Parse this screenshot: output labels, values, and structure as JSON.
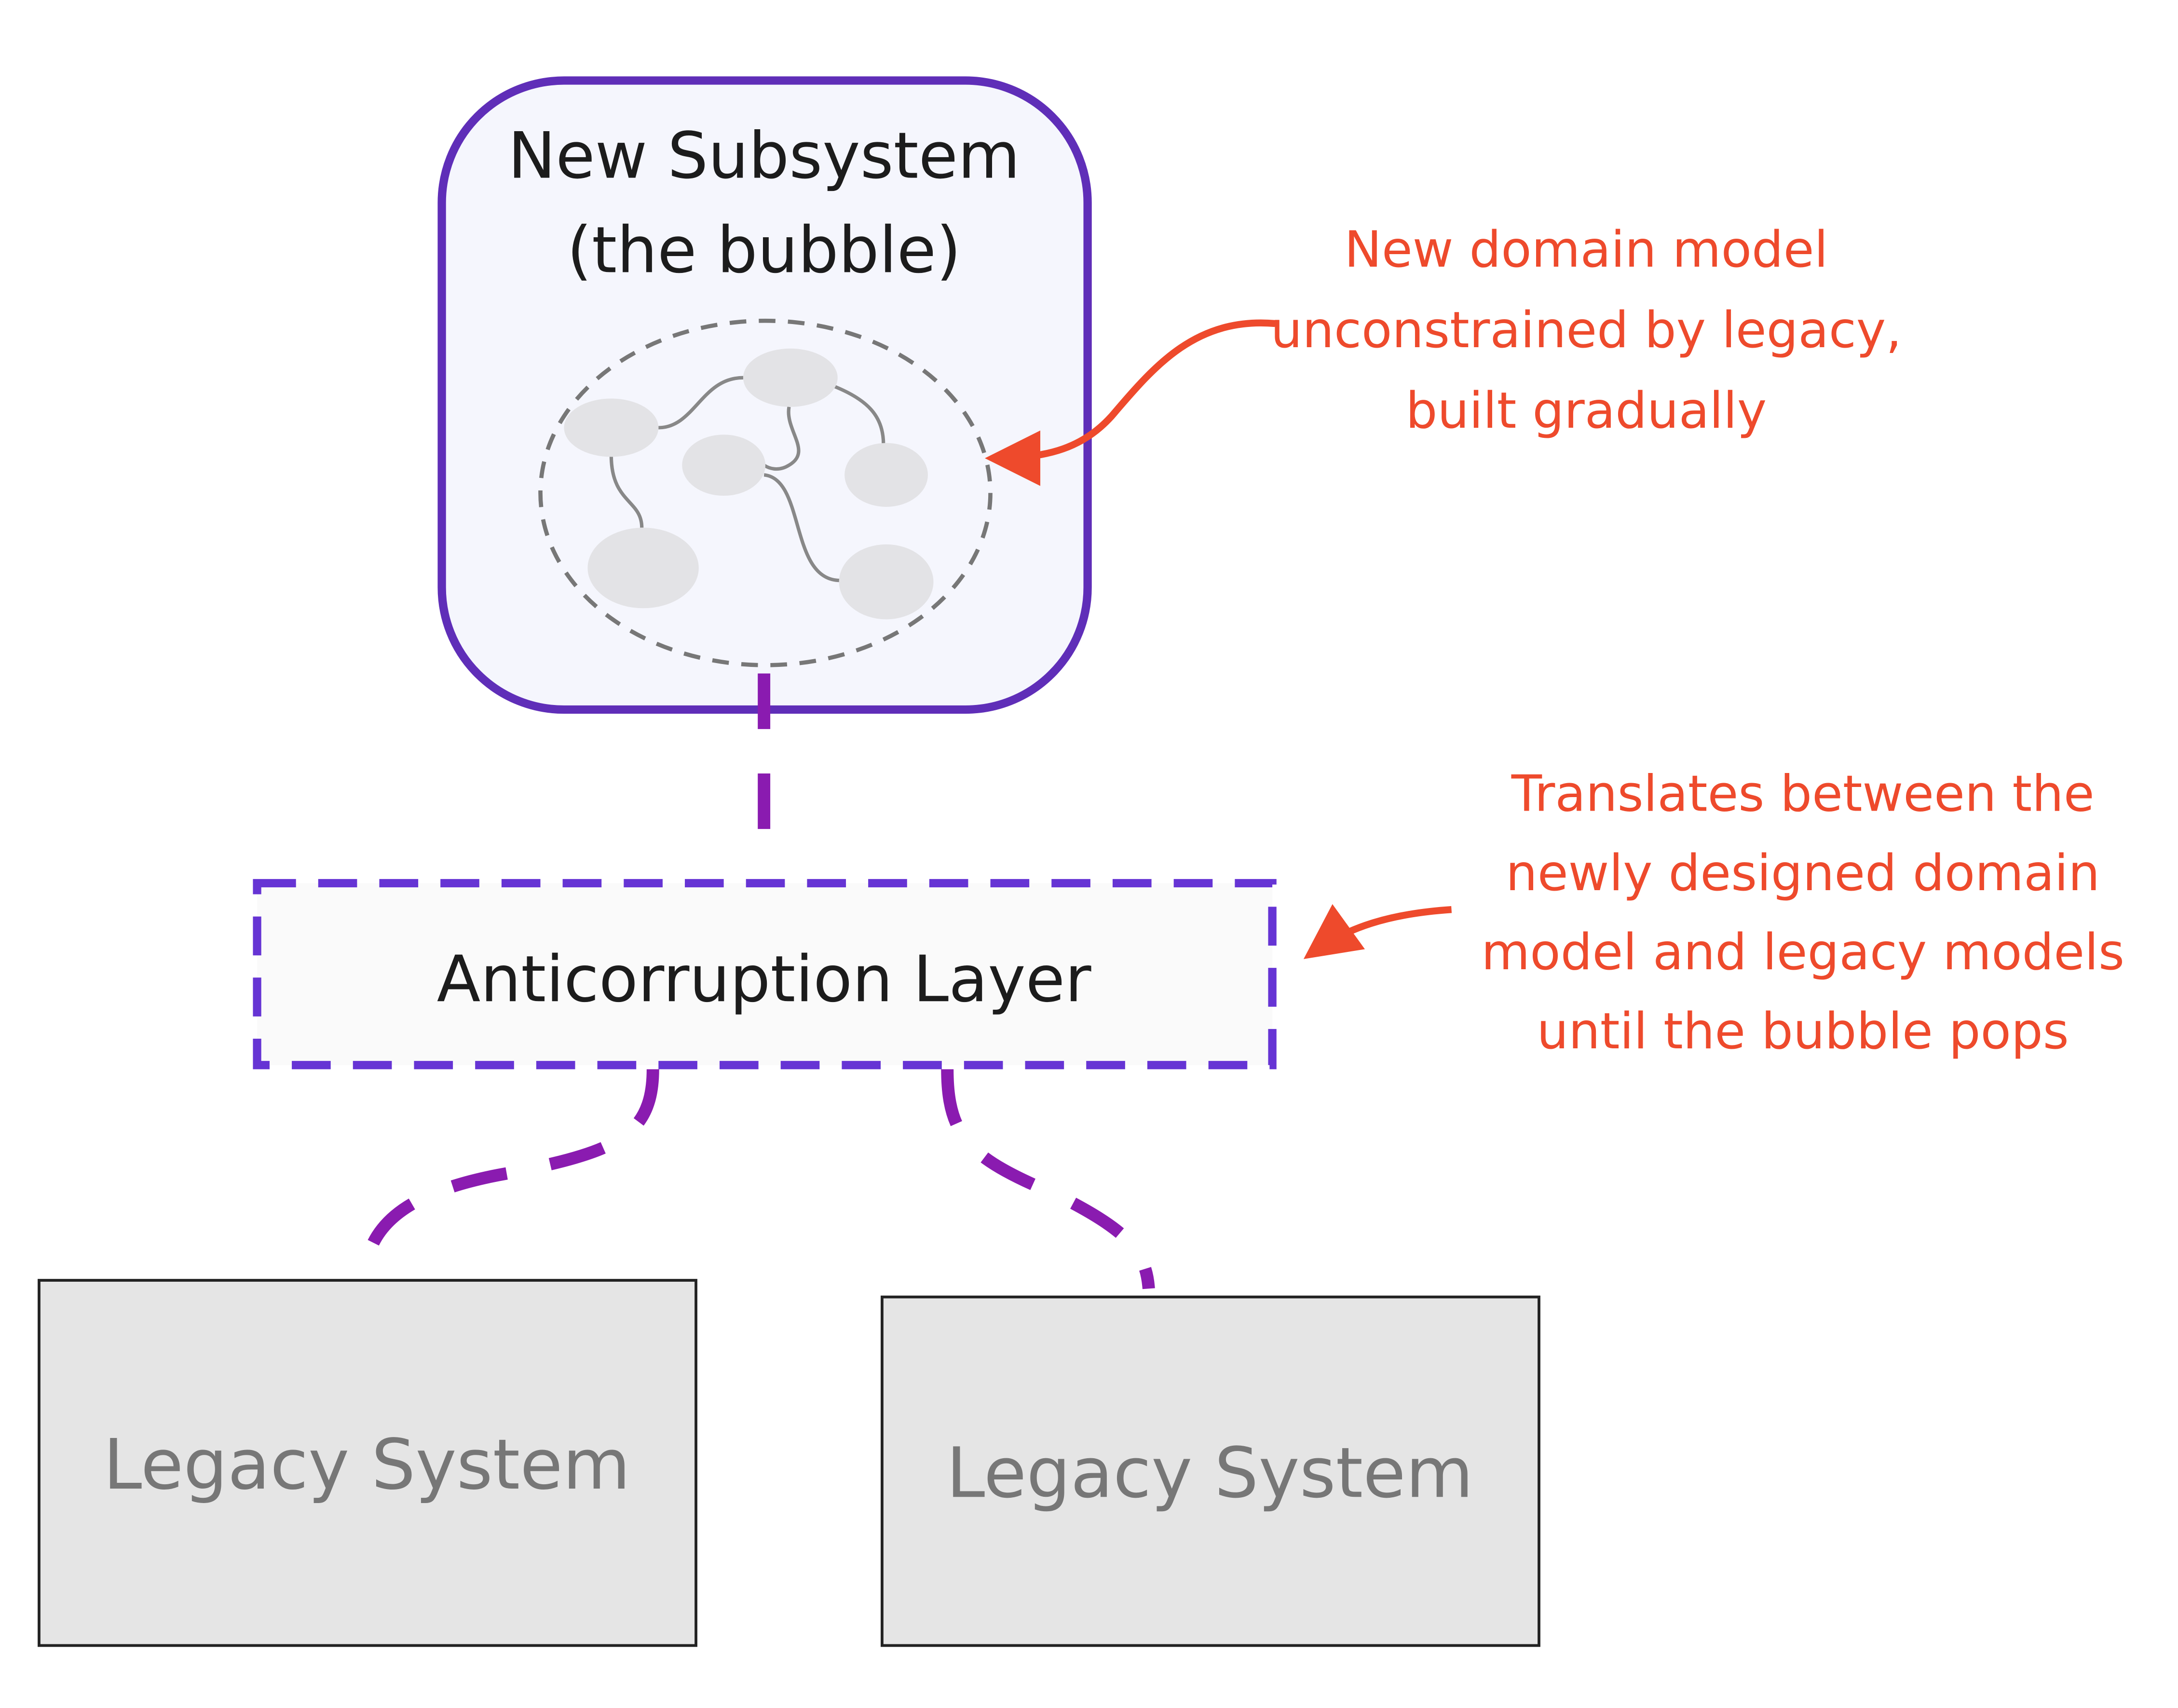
{
  "nodes": {
    "new_subsystem": {
      "line1": "New Subsystem",
      "line2": "(the bubble)"
    },
    "anticorruption_layer": {
      "label": "Anticorruption Layer"
    },
    "legacy_system_left": {
      "label": "Legacy System"
    },
    "legacy_system_right": {
      "label": "Legacy System"
    }
  },
  "annotations": {
    "domain_model": {
      "lines": [
        "New domain model",
        "unconstrained by legacy,",
        "built gradually"
      ]
    },
    "translation": {
      "lines": [
        "Translates between the",
        "newly designed domain",
        "model and legacy models",
        "until the bubble pops"
      ]
    }
  },
  "colors": {
    "bubble_border": "#5f2eb8",
    "bubble_fill": "#f5f6fd",
    "acl_border": "#6634d4",
    "acl_fill": "#fafafa",
    "connector": "#8a1bb0",
    "legacy_fill": "#e5e5e5",
    "legacy_text": "#777777",
    "annotation": "#ee4a2c",
    "inner_domain": "#777777",
    "entity_fill": "#e3e3e6"
  },
  "icons": {
    "domain_model": "domain-model-cluster-icon",
    "arrow": "curved-arrow-icon"
  }
}
